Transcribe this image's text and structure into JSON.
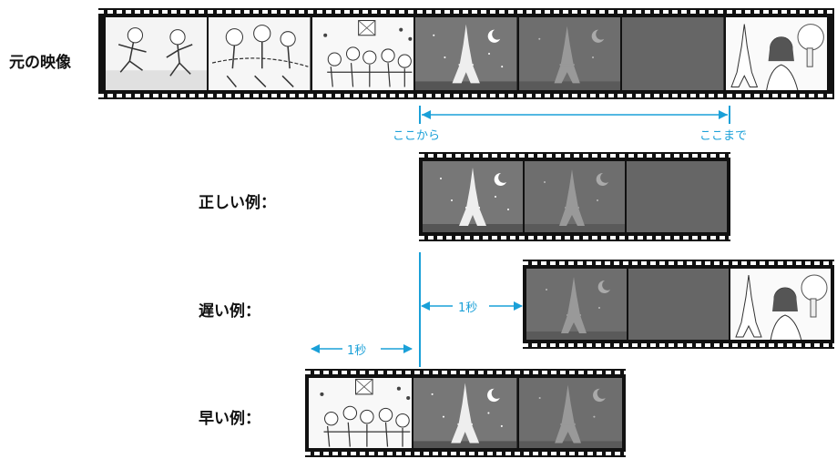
{
  "labels": {
    "original": "元の映像",
    "correct": "正しい例：",
    "late": "遅い例：",
    "early": "早い例："
  },
  "annotations": {
    "from": "ここから",
    "to": "ここまで",
    "offset_late": "1秒",
    "offset_early": "1秒"
  },
  "colors": {
    "accent": "#1aa0d8",
    "film": "#111111",
    "night_frame": "#7a7a7a",
    "dark_frame": "#666666"
  },
  "frames": {
    "original": [
      "runner-scene",
      "relay-scene",
      "crowd-scene",
      "paris-night-bright",
      "paris-night-dim",
      "blank",
      "woman-eiffel"
    ],
    "correct": [
      "paris-night-bright",
      "paris-night-dim",
      "blank"
    ],
    "late": [
      "paris-night-dim",
      "blank",
      "woman-eiffel"
    ],
    "early": [
      "crowd-scene",
      "paris-night-bright",
      "paris-night-dim"
    ]
  }
}
